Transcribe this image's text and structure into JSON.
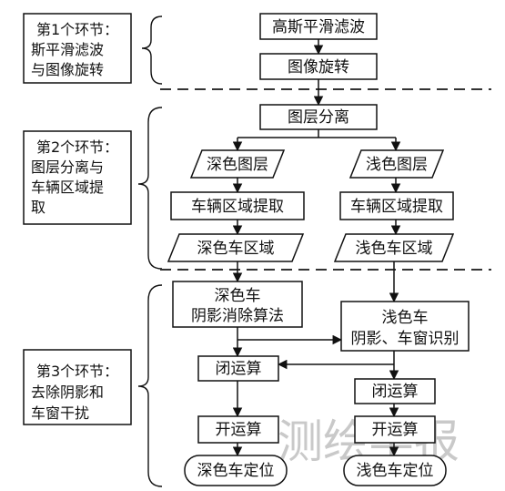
{
  "stages": [
    {
      "lines": [
        "第1个环节：",
        "斯平滑滤波",
        "与图像旋转"
      ]
    },
    {
      "lines": [
        "第2个环节：",
        "图层分离与",
        "车辆区域提",
        "取"
      ]
    },
    {
      "lines": [
        "第3个环节：",
        "去除阴影和",
        "车窗干扰"
      ]
    }
  ],
  "nodes": {
    "gaussian_filter": "高斯平滑滤波",
    "image_rotation": "图像旋转",
    "layer_separation": "图层分离",
    "dark_layer": "深色图层",
    "light_layer": "浅色图层",
    "dark_vehicle_extract": "车辆区域提取",
    "light_vehicle_extract": "车辆区域提取",
    "dark_vehicle_region": "深色车区域",
    "light_vehicle_region": "浅色车区域",
    "dark_shadow_removal": [
      "深色车",
      "阴影消除算法"
    ],
    "light_shadow_window": [
      "浅色车",
      "阴影、车窗识别"
    ],
    "dark_closing": "闭运算",
    "light_closing": "闭运算",
    "dark_opening": "开运算",
    "light_opening": "开运算",
    "dark_locate": "深色车定位",
    "light_locate": "浅色车定位"
  },
  "watermark": "测绘学报"
}
